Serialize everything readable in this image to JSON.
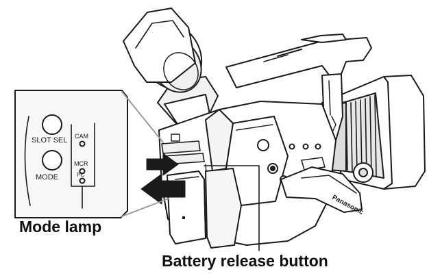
{
  "callouts": {
    "mode_lamp": "Mode lamp",
    "battery_release": "Battery release button"
  },
  "panel": {
    "button_top_label": "SLOT SEL",
    "button_bottom_label": "MODE",
    "lamps": [
      "CAM",
      "MCR",
      "PC"
    ]
  },
  "camera": {
    "grip_brand": "Panasonic"
  },
  "colors": {
    "line": "#1a1a1a",
    "callout_box_fill": "#f7f7f7",
    "body_fill": "#ffffff"
  }
}
